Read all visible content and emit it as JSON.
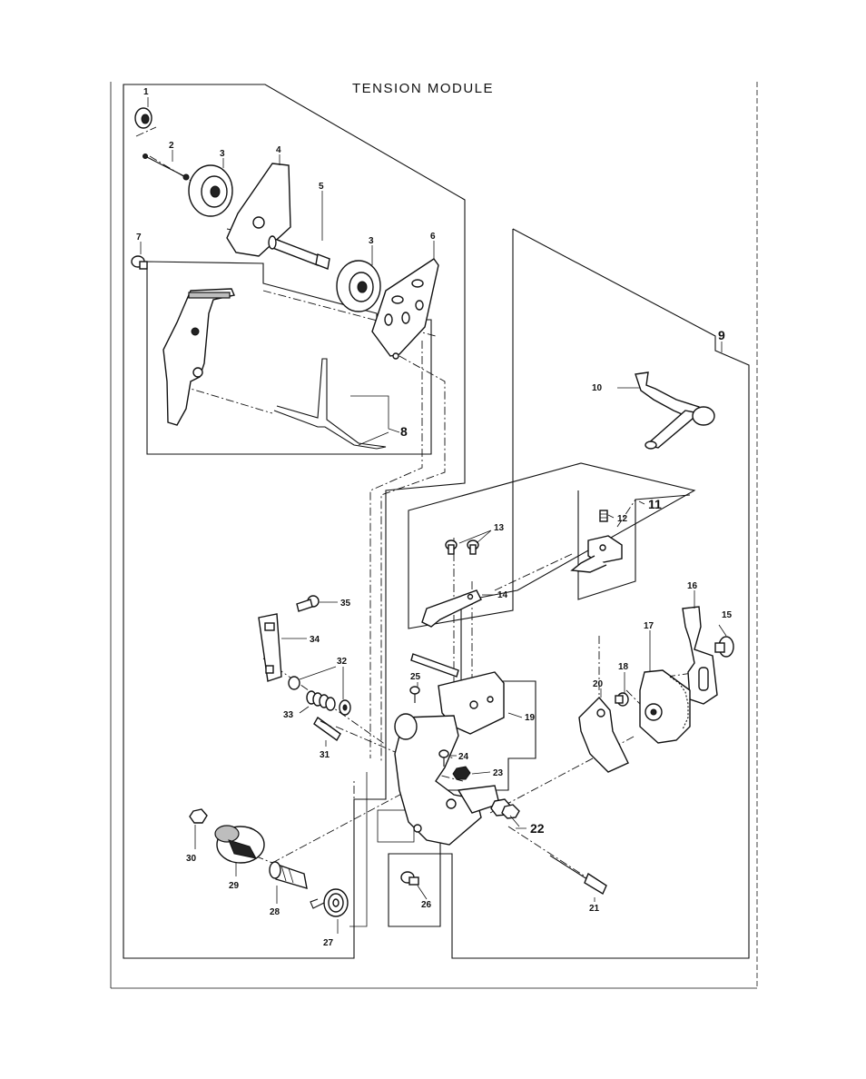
{
  "title": "TENSION MODULE",
  "callouts": {
    "c1": "1",
    "c2": "2",
    "c3a": "3",
    "c3b": "3",
    "c4": "4",
    "c5": "5",
    "c6": "6",
    "c7": "7",
    "c8": "8",
    "c9": "9",
    "c10": "10",
    "c11": "11",
    "c12": "12",
    "c13": "13",
    "c14": "14",
    "c15": "15",
    "c16": "16",
    "c17": "17",
    "c18": "18",
    "c19": "19",
    "c20": "20",
    "c21": "21",
    "c22": "22",
    "c23": "23",
    "c24": "24",
    "c25": "25",
    "c26": "26",
    "c27": "27",
    "c28": "28",
    "c29": "29",
    "c30": "30",
    "c31": "31",
    "c32": "32",
    "c33": "33",
    "c34": "34",
    "c35": "35"
  }
}
